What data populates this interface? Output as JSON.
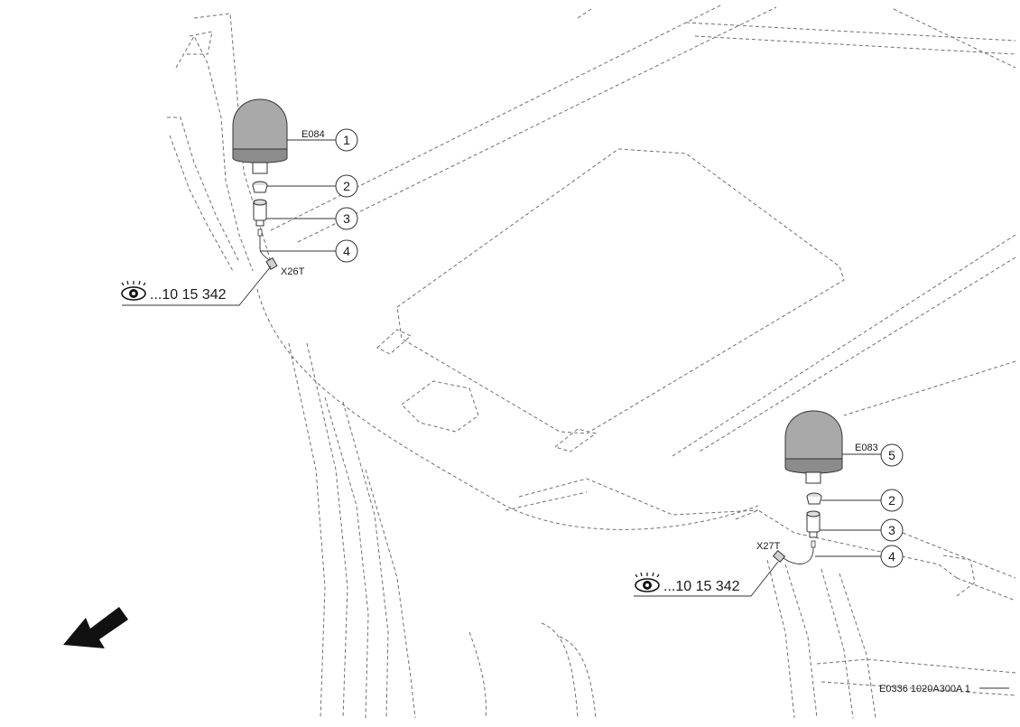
{
  "drawing_id": "E0336 1020A300A 1",
  "callouts": {
    "left": [
      {
        "num": "1",
        "code": "E084"
      },
      {
        "num": "2",
        "code": ""
      },
      {
        "num": "3",
        "code": ""
      },
      {
        "num": "4",
        "code": ""
      }
    ],
    "right": [
      {
        "num": "5",
        "code": "E083"
      },
      {
        "num": "2",
        "code": ""
      },
      {
        "num": "3",
        "code": ""
      },
      {
        "num": "4",
        "code": ""
      }
    ]
  },
  "connectors": {
    "left": "X26T",
    "right": "X27T"
  },
  "references": {
    "left": "...10 15 342",
    "right": "...10 15 342"
  },
  "icons": {
    "reference": "eye-icon",
    "direction": "direction-arrow-icon"
  },
  "colors": {
    "beacon_dome": "#a9a9a9",
    "beacon_band": "#8c8c8c",
    "dashed_outline": "#6f6f6f"
  }
}
